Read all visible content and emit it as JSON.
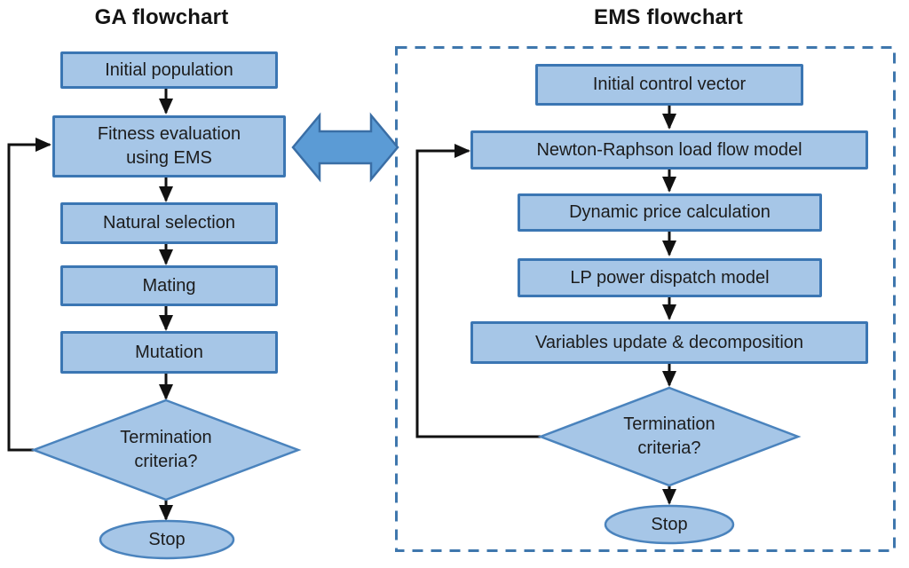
{
  "figure": {
    "ga": {
      "title": "GA flowchart",
      "steps": [
        "Initial population",
        "Fitness evaluation using EMS",
        "Natural selection",
        "Mating",
        "Mutation"
      ],
      "decision": "Termination criteria?",
      "terminal": "Stop"
    },
    "ems": {
      "title": "EMS flowchart",
      "steps": [
        "Initial control vector",
        "Newton-Raphson load flow model",
        "Dynamic price calculation",
        "LP power dispatch model",
        "Variables update & decomposition"
      ],
      "decision": "Termination criteria?",
      "terminal": "Stop"
    },
    "colors": {
      "node_fill": "#a6c6e7",
      "node_border": "#3b76b3",
      "connector": "#111111",
      "coupling_arrow_fill": "#5b9bd5",
      "coupling_arrow_border": "#3a6ea5",
      "dashed_boundary": "#3f77ad"
    }
  }
}
